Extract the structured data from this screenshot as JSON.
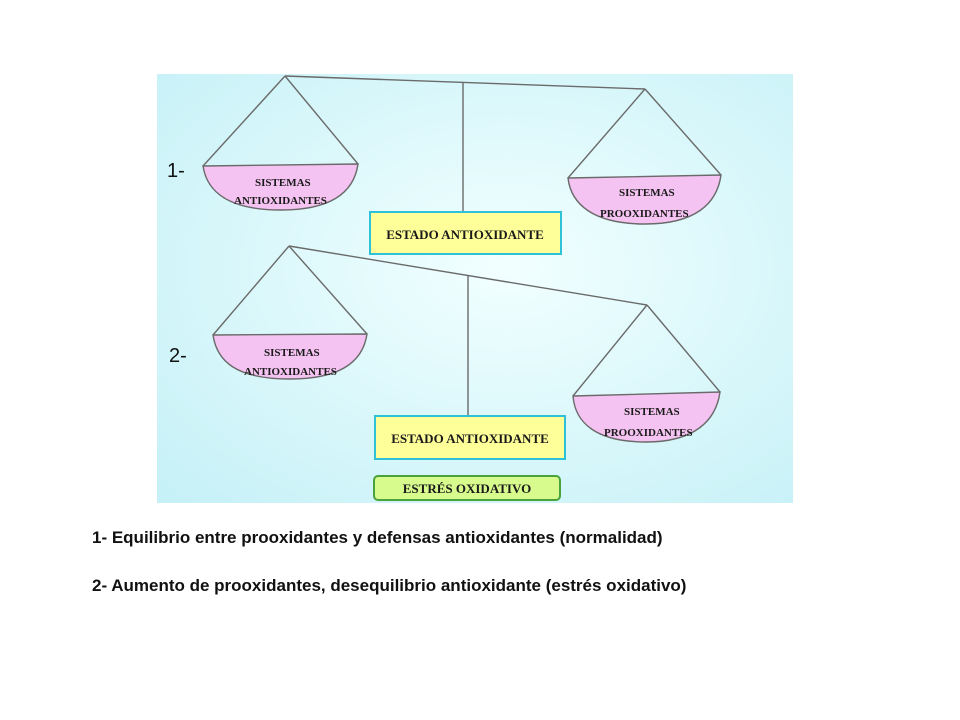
{
  "diagram": {
    "scale_1": {
      "marker": "1-",
      "left_pan": {
        "line1": "SISTEMAS",
        "line2": "ANTIOXIDANTES"
      },
      "right_pan": {
        "line1": "SISTEMAS",
        "line2": "PROOXIDANTES"
      },
      "base_label": "ESTADO ANTIOXIDANTE"
    },
    "scale_2": {
      "marker": "2-",
      "left_pan": {
        "line1": "SISTEMAS",
        "line2": "ANTIOXIDANTES"
      },
      "right_pan": {
        "line1": "SISTEMAS",
        "line2": "PROOXIDANTES"
      },
      "base_label": "ESTADO ANTIOXIDANTE",
      "result_label": "ESTRÉS OXIDATIVO"
    },
    "colors": {
      "background_light": "#e4ffff",
      "background_edge": "#c9f3f8",
      "pan_fill": "#f4c3f1",
      "box_fill": "#ffff99",
      "box_border": "#2fc1d8",
      "result_fill": "#d8fb8d",
      "result_border": "#49a23c"
    }
  },
  "captions": {
    "line1": "1- Equilibrio entre  prooxidantes y defensas antioxidantes (normalidad)",
    "line2": "2- Aumento de prooxidantes, desequilibrio antioxidante (estrés oxidativo)"
  }
}
